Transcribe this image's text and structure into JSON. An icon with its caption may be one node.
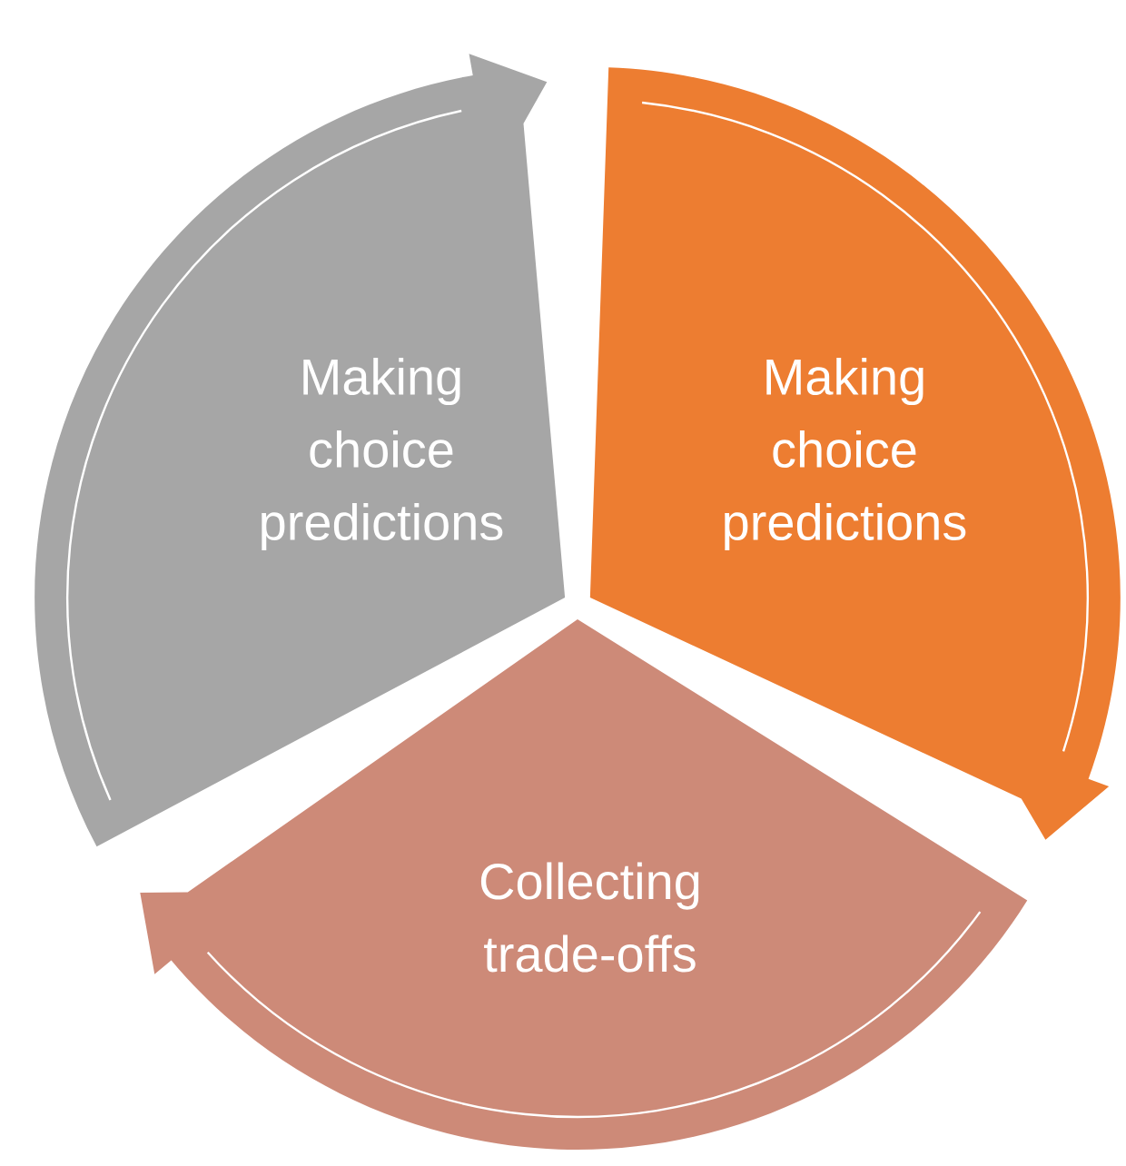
{
  "diagram": {
    "nodes": [
      {
        "text": [
          "Making choice predictions"
        ]
      },
      {
        "text": [
          "Making choice predictions"
        ]
      },
      {
        "text": [
          "Collecting trade-offs"
        ]
      }
    ]
  }
}
